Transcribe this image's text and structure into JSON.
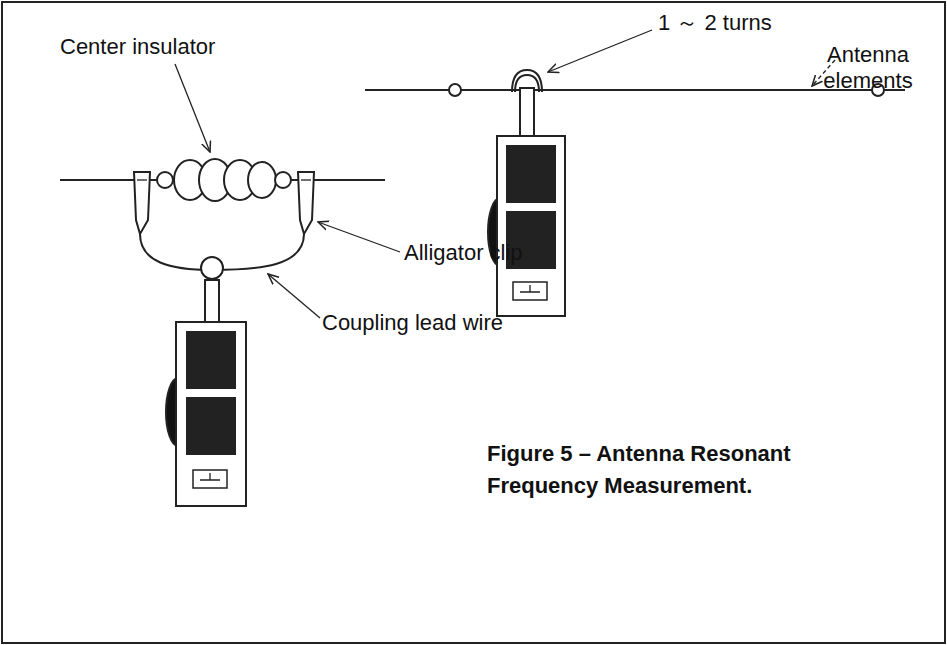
{
  "diagram": {
    "caption": "Figure 5 – Antenna Resonant Frequency Measurement.",
    "labels": [
      "1 ～ 2 turns",
      "Antenna elements",
      "Center insulator",
      "Alligator clip",
      "Coupling lead wire"
    ]
  }
}
